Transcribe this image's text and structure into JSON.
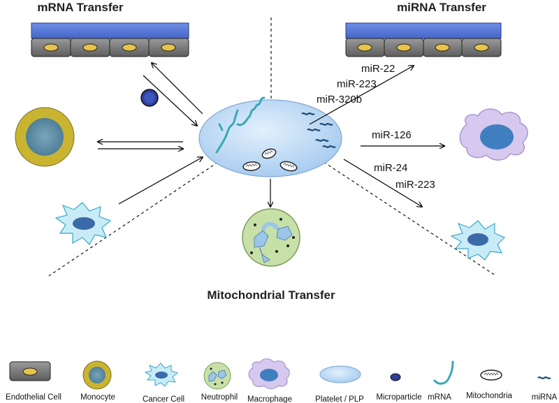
{
  "titles": {
    "mrna": "mRNA Transfer",
    "mirna": "miRNA Transfer",
    "mito": "Mitochondrial Transfer"
  },
  "mirna_labels": {
    "group1": [
      "miR-22",
      "miR-223",
      "miR-320b"
    ],
    "group2": [
      "miR-126"
    ],
    "group3": [
      "miR-24",
      "miR-223"
    ]
  },
  "legend": [
    {
      "icon": "endothelial-cell-icon",
      "label": "Endothelial Cell"
    },
    {
      "icon": "monocyte-icon",
      "label": "Monocyte"
    },
    {
      "icon": "cancer-cell-icon",
      "label": "Cancer Cell"
    },
    {
      "icon": "neutrophil-icon",
      "label": "Neutrophil"
    },
    {
      "icon": "macrophage-icon",
      "label": "Macrophage"
    },
    {
      "icon": "platelet-icon",
      "label": "Platelet / PLP"
    },
    {
      "icon": "microparticle-icon",
      "label": "Microparticle"
    },
    {
      "icon": "mrna-icon",
      "label": "mRNA"
    },
    {
      "icon": "mitochondria-icon",
      "label": "Mitochondria"
    },
    {
      "icon": "mirna-icon",
      "label": "miRNA"
    }
  ],
  "colors": {
    "endothelial_top": "#5b7fd8",
    "endothelial_cell": "#7a7a7a",
    "nucleus_yellow": "#e8c34a",
    "monocyte_ring": "#c9b432",
    "monocyte_inner": "#5f8fa8",
    "platelet": "#bcd8f3",
    "mrna": "#3aa8b8",
    "mirna": "#1f4a74",
    "macrophage": "#d6c8ee",
    "cancer_cell": "#c8ecf7",
    "neutrophil": "#c7e0a8",
    "microparticle": "#2e3f96"
  }
}
